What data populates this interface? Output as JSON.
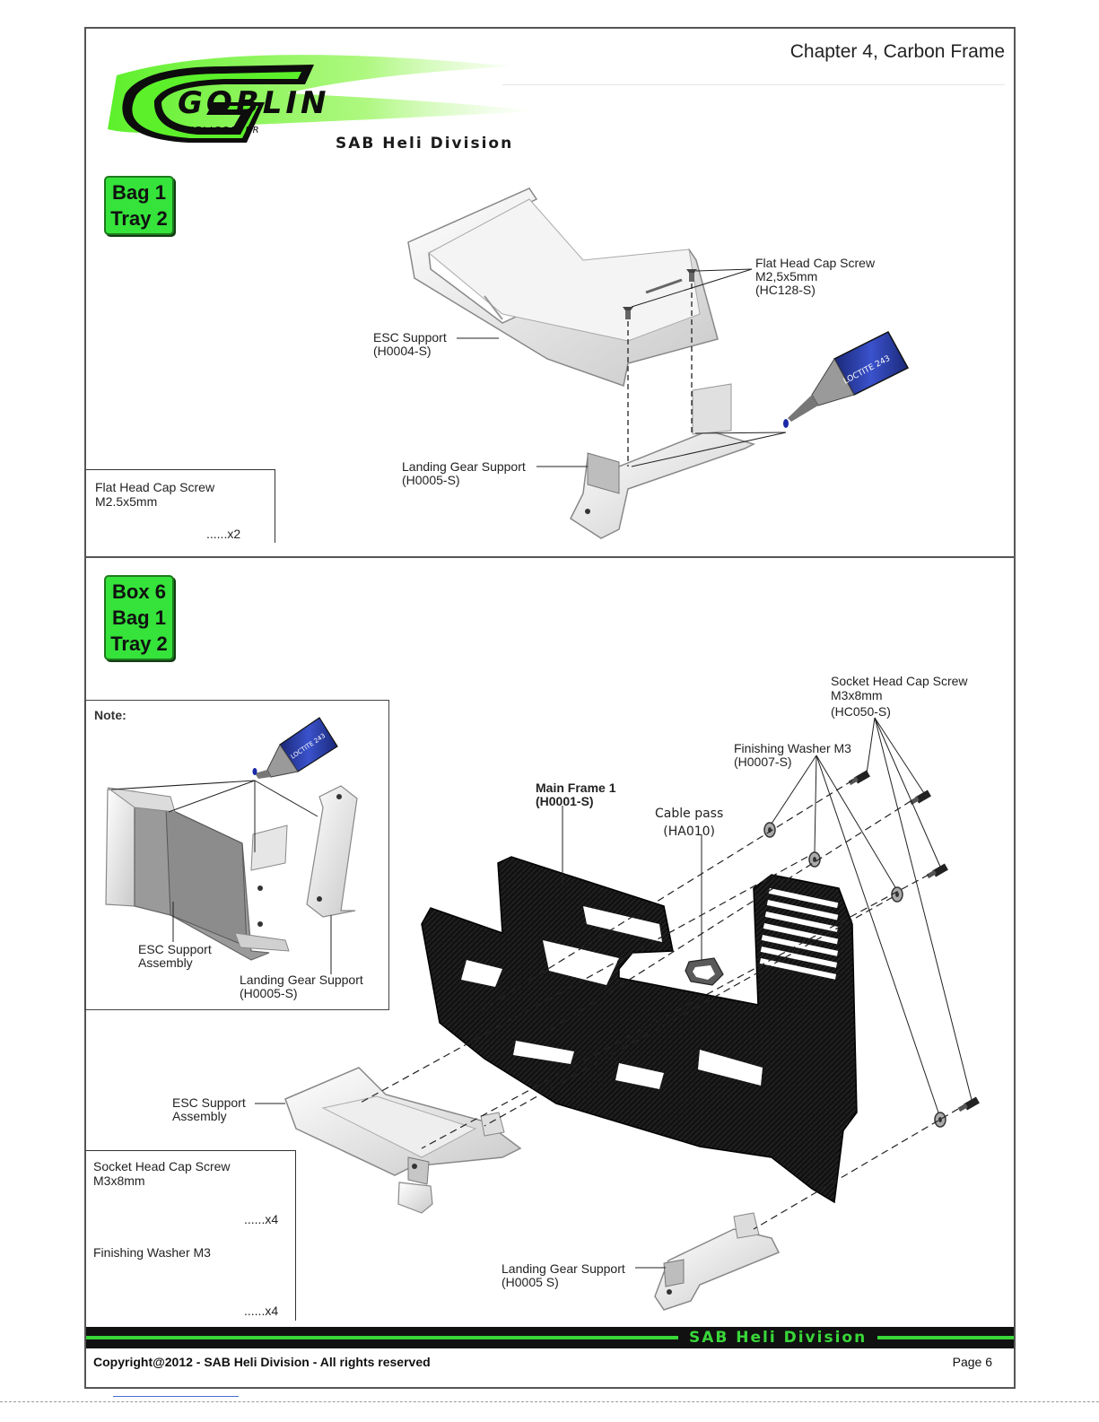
{
  "header": {
    "chapter_title": "Chapter 4, Carbon Frame",
    "logo_text": "GOBLIN",
    "logo_subtext": "HELICOPTER",
    "division": "SAB Heli Division"
  },
  "section1": {
    "badge": [
      "Bag 1",
      "Tray 2"
    ],
    "labels": {
      "flat_head_screw": {
        "name": "Flat  Head Cap Screw",
        "size": "M2,5x5mm",
        "code": "(HC128-S)"
      },
      "esc_support": {
        "name": "ESC Support",
        "code": "(H0004-S)"
      },
      "landing_gear": {
        "name": "Landing Gear Support",
        "code": "(H0005-S)"
      },
      "loctite": "LOCTITE 243"
    },
    "parts": [
      {
        "name": "Flat  Head Cap Screw",
        "size": "M2.5x5mm",
        "qty": "......x2"
      }
    ]
  },
  "section2": {
    "badge": [
      "Box 6",
      "Bag 1",
      "Tray 2"
    ],
    "note": {
      "title": "Note:",
      "loctite": "LOCTITE 243",
      "esc_assembly": [
        "ESC Support",
        "Assembly"
      ],
      "landing_gear": {
        "name": "Landing Gear Support",
        "code": "(H0005-S)"
      }
    },
    "labels": {
      "socket_screw": {
        "name": "Socket  Head Cap Screw",
        "size": "M3x8mm",
        "code": "(HC050-S)"
      },
      "washer": {
        "name": "Finishing Washer M3",
        "code": "(H0007-S)"
      },
      "main_frame": {
        "name": "Main Frame 1",
        "code": "(H0001-S)"
      },
      "cable_pass": {
        "name": "Cable pass",
        "code": "(HA010)"
      },
      "esc_assembly": [
        "ESC Support",
        "Assembly"
      ],
      "landing_gear": {
        "name": "Landing Gear Support",
        "code": "(H0005 S)"
      }
    },
    "parts": [
      {
        "name": "Socket  Head Cap Screw",
        "size": "M3x8mm",
        "qty": "......x4"
      },
      {
        "name": "Finishing Washer M3",
        "qty": "......x4"
      }
    ]
  },
  "footer": {
    "division": "SAB Heli Division",
    "copyright": "Copyright@2012 - SAB Heli Division - All rights reserved",
    "page": "Page 6"
  },
  "colors": {
    "badge_green": "#35e33a",
    "logo_green": "#5cf02a",
    "loctite_blue": "#2a3aa8",
    "carbon": "#111111"
  }
}
